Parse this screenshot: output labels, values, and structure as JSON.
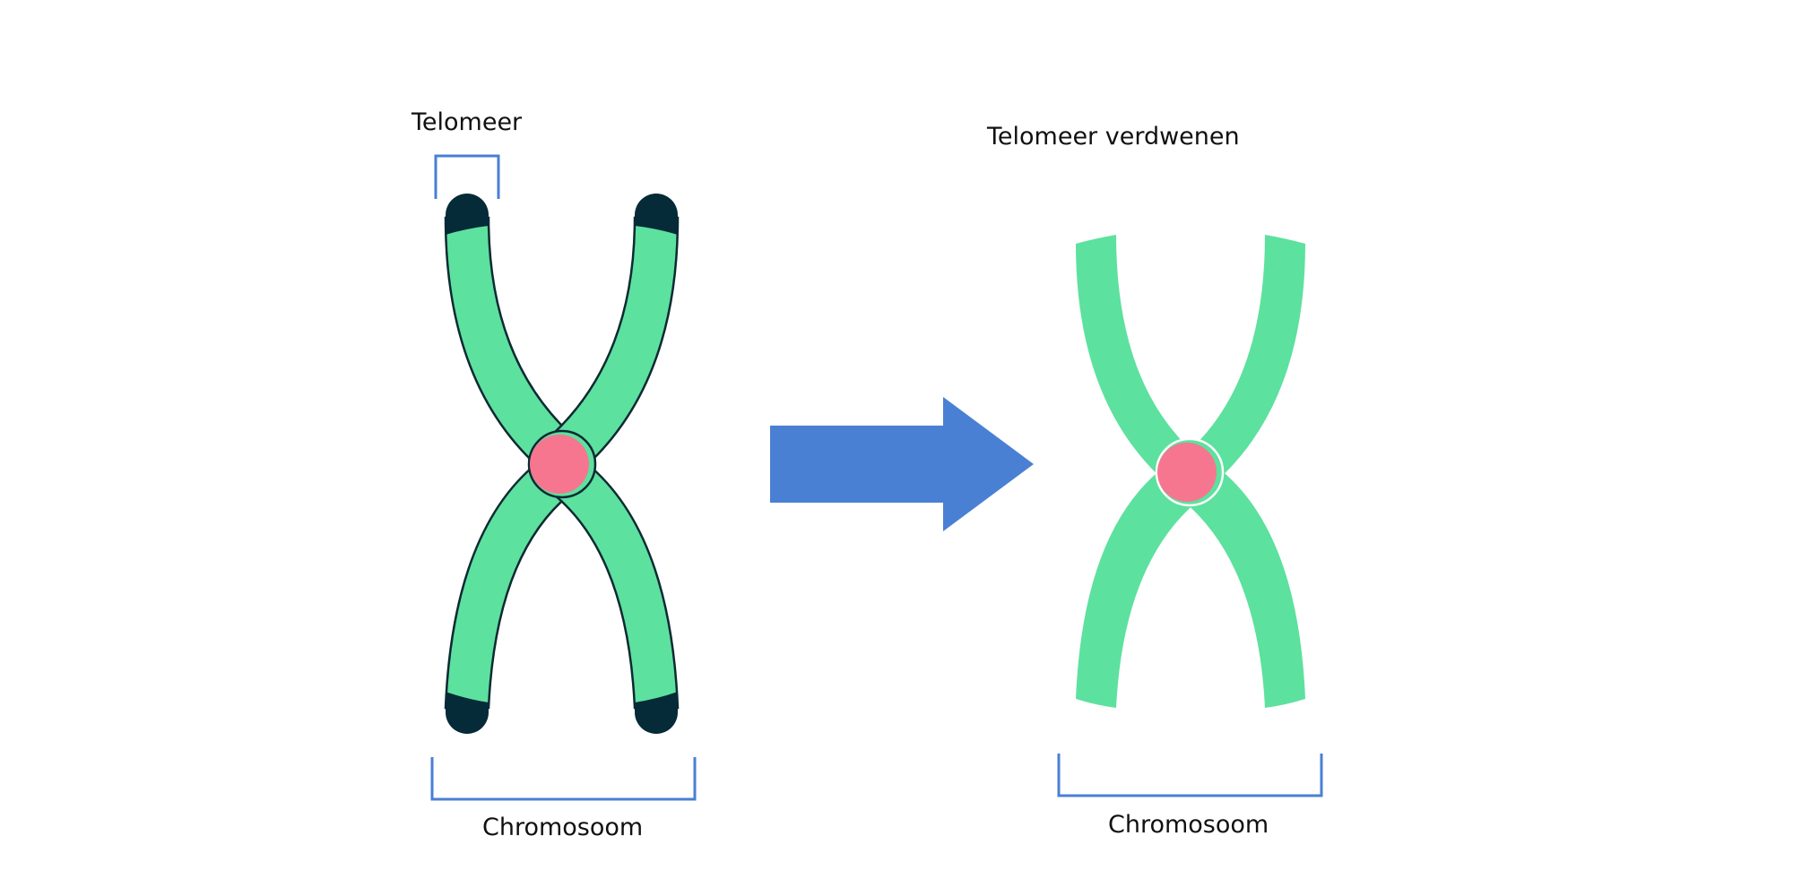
{
  "labels": {
    "telomere": "Telomeer",
    "telomere_gone": "Telomeer verdwenen",
    "chromosome_left": "Chromosoom",
    "chromosome_right": "Chromosoom"
  },
  "colors": {
    "chromatid": "#5DE19E",
    "centromere": "#F6768F",
    "telomere_cap": "#052A38",
    "bracket": "#4A7FD4",
    "arrow": "#4A80D3",
    "outline": "#0D2A33"
  },
  "icons": {
    "arrow": "right-arrow-icon"
  }
}
